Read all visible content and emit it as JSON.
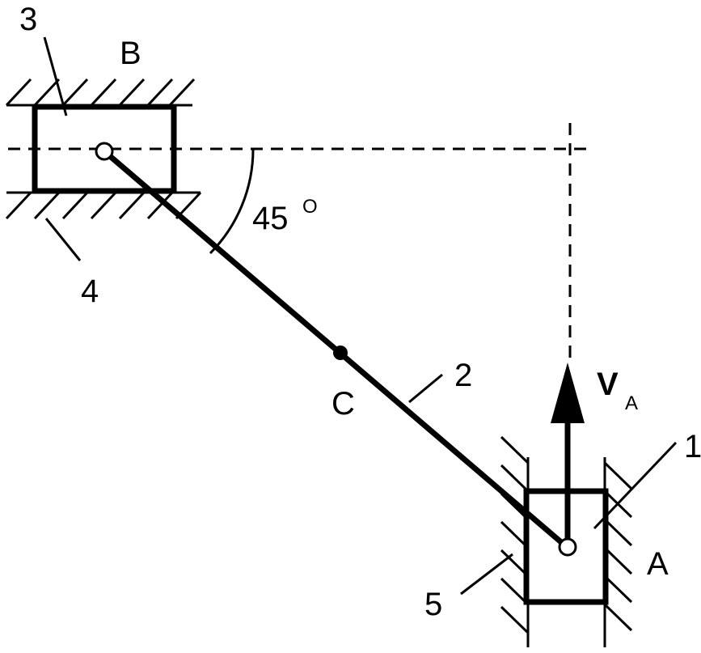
{
  "labels": {
    "slider_b_number": "3",
    "point_b": "B",
    "guide_b_number": "4",
    "angle": "45",
    "angle_unit": "O",
    "point_c": "C",
    "rod_number": "2",
    "velocity_symbol": "V",
    "velocity_subscript": "A",
    "slider_a_number": "1",
    "point_a": "A",
    "guide_a_number": "5"
  }
}
